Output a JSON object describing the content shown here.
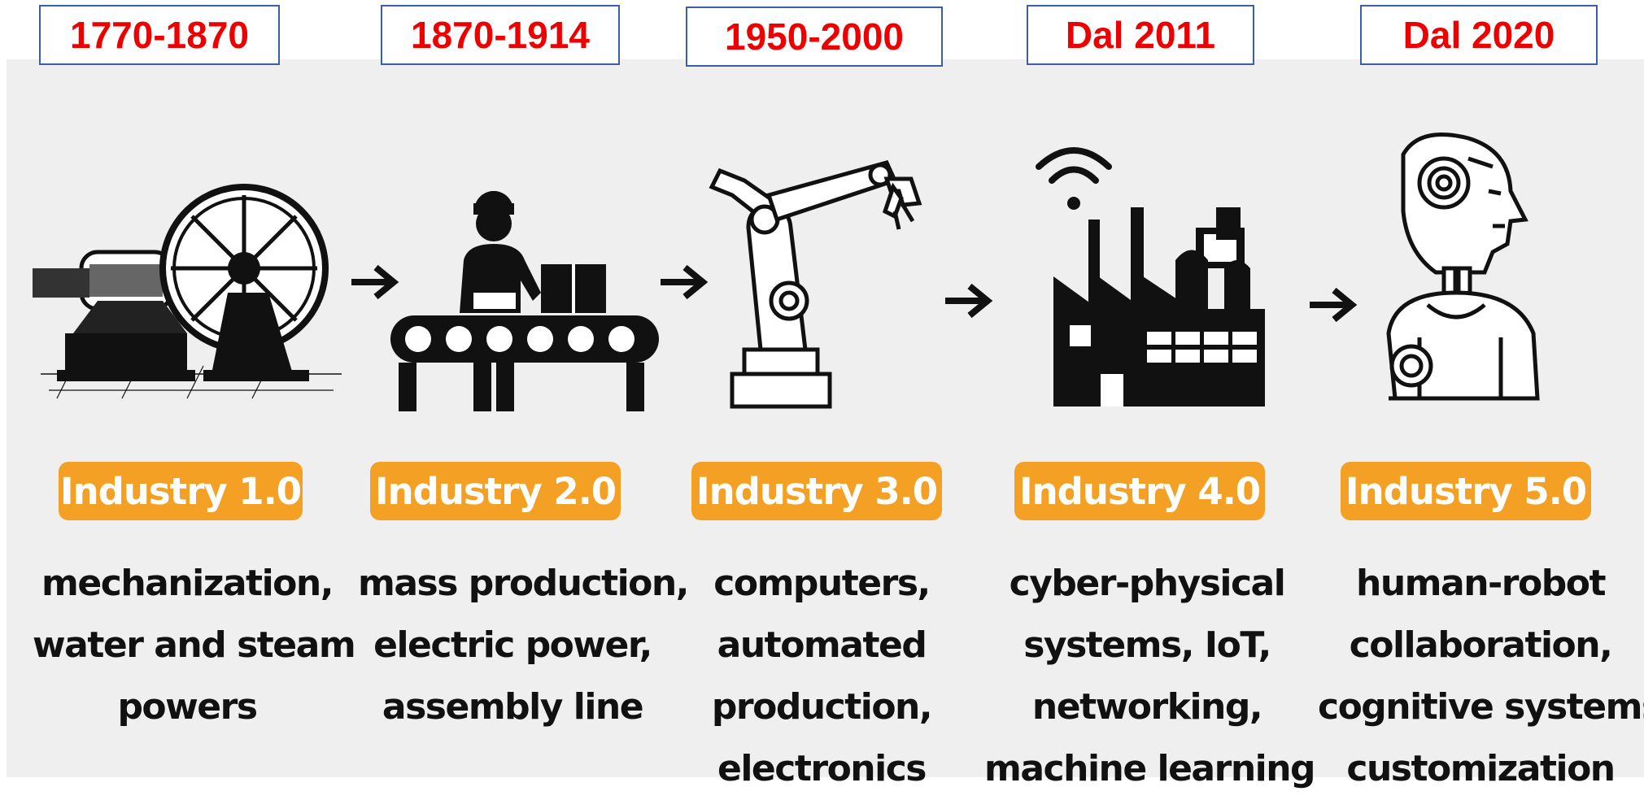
{
  "stages": [
    {
      "date": "1770-1870",
      "icon": "steam-engine-icon",
      "label": "Industry 1.0",
      "description": [
        "mechanization,",
        "water and steam",
        "powers"
      ]
    },
    {
      "date": "1870-1914",
      "icon": "assembly-line-worker-icon",
      "label": "Industry 2.0",
      "description": [
        "mass production,",
        "electric power,",
        "assembly line"
      ]
    },
    {
      "date": "1950-2000",
      "icon": "robotic-arm-icon",
      "label": "Industry 3.0",
      "description": [
        "computers,",
        "automated",
        "production,",
        "electronics"
      ]
    },
    {
      "date": "Dal 2011",
      "icon": "smart-factory-icon",
      "label": "Industry 4.0",
      "description": [
        "cyber-physical",
        "systems, IoT,",
        "networking,",
        "machine learning"
      ]
    },
    {
      "date": "Dal 2020",
      "icon": "humanoid-robot-icon",
      "label": "Industry 5.0",
      "description": [
        "human-robot",
        "collaboration,",
        "cognitive systems,",
        "customization"
      ]
    }
  ],
  "colors": {
    "date_text": "#ee0000",
    "date_border": "#3b5ea8",
    "badge": "#f4a024",
    "panel": "#efefef"
  }
}
